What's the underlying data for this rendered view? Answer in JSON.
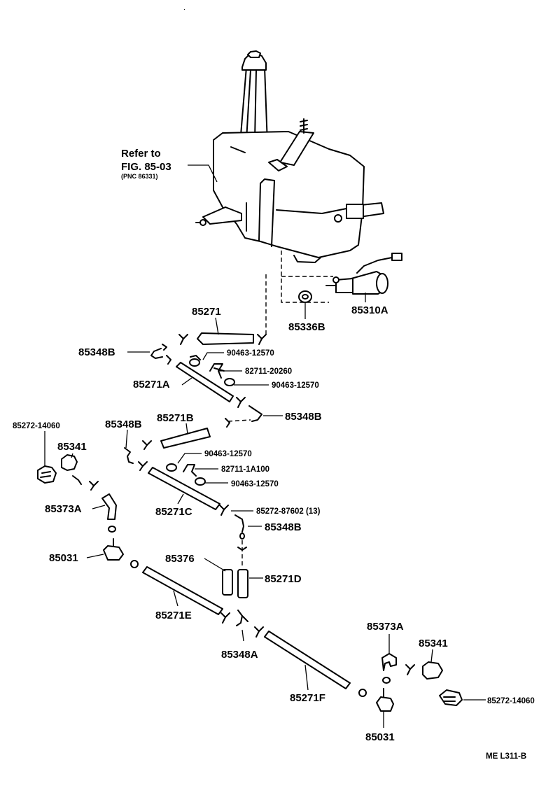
{
  "callouts": {
    "refer_line1": "Refer to",
    "refer_line2": "FIG. 85-03",
    "refer_line3": "(PNC 86331)",
    "p85310A": "85310A",
    "p85336B": "85336B",
    "p85271": "85271",
    "p85348B_1": "85348B",
    "p90463_1": "90463-12570",
    "p82711_20260": "82711-20260",
    "p85271A": "85271A",
    "p90463_2": "90463-12570",
    "p85348B_2": "85348B",
    "p85272_14060_left": "85272-14060",
    "p85348B_3": "85348B",
    "p85271B": "85271B",
    "p85341_left": "85341",
    "p90463_3": "90463-12570",
    "p82711_1A100": "82711-1A100",
    "p90463_4": "90463-12570",
    "p85373A_left": "85373A",
    "p85271C": "85271C",
    "p85272_87602": "85272-87602 (13)",
    "p85348B_4": "85348B",
    "p85031_left": "85031",
    "p85376": "85376",
    "p85271D": "85271D",
    "p85271E": "85271E",
    "p85348A": "85348A",
    "p85373A_right": "85373A",
    "p85341_right": "85341",
    "p85271F": "85271F",
    "p85272_14060_right": "85272-14060",
    "p85031_right": "85031",
    "figure_code": "ME  L311-B"
  }
}
